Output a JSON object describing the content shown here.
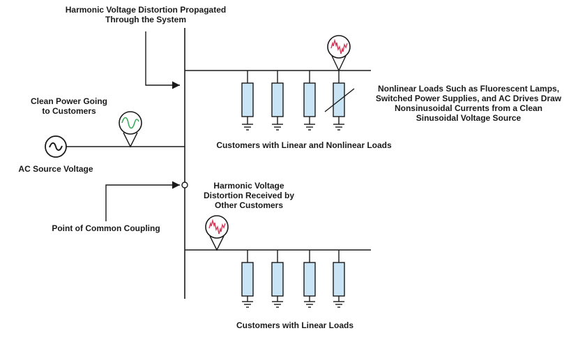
{
  "labels": {
    "propagated": [
      "Harmonic Voltage Distortion Propagated",
      "Through the System"
    ],
    "clean_power": [
      "Clean Power Going",
      "to Customers"
    ],
    "ac_source": "AC Source Voltage",
    "nonlinear_note": [
      "Nonlinear Loads Such as Fluorescent Lamps,",
      "Switched Power Supplies, and AC Drives Draw",
      "Nonsinusoidal Currents from a Clean",
      "Sinusoidal Voltage Source"
    ],
    "customers_mixed": "Customers with Linear and Nonlinear Loads",
    "received": [
      "Harmonic Voltage",
      "Distortion Received by",
      "Other Customers"
    ],
    "pcc": "Point of Common Coupling",
    "customers_linear": "Customers with Linear Loads"
  },
  "colors": {
    "line": "#1a1a1a",
    "load_fill": "#c9e4f5",
    "clean_wave": "#3aaa5a",
    "distorted_wave": "#d43a5a"
  },
  "icons": {
    "source": "ac-source-icon",
    "clean_meter": "clean-sine-waveform-icon",
    "distorted_meter": "distorted-waveform-icon",
    "ground": "ground-icon",
    "load": "load-resistor-icon"
  }
}
